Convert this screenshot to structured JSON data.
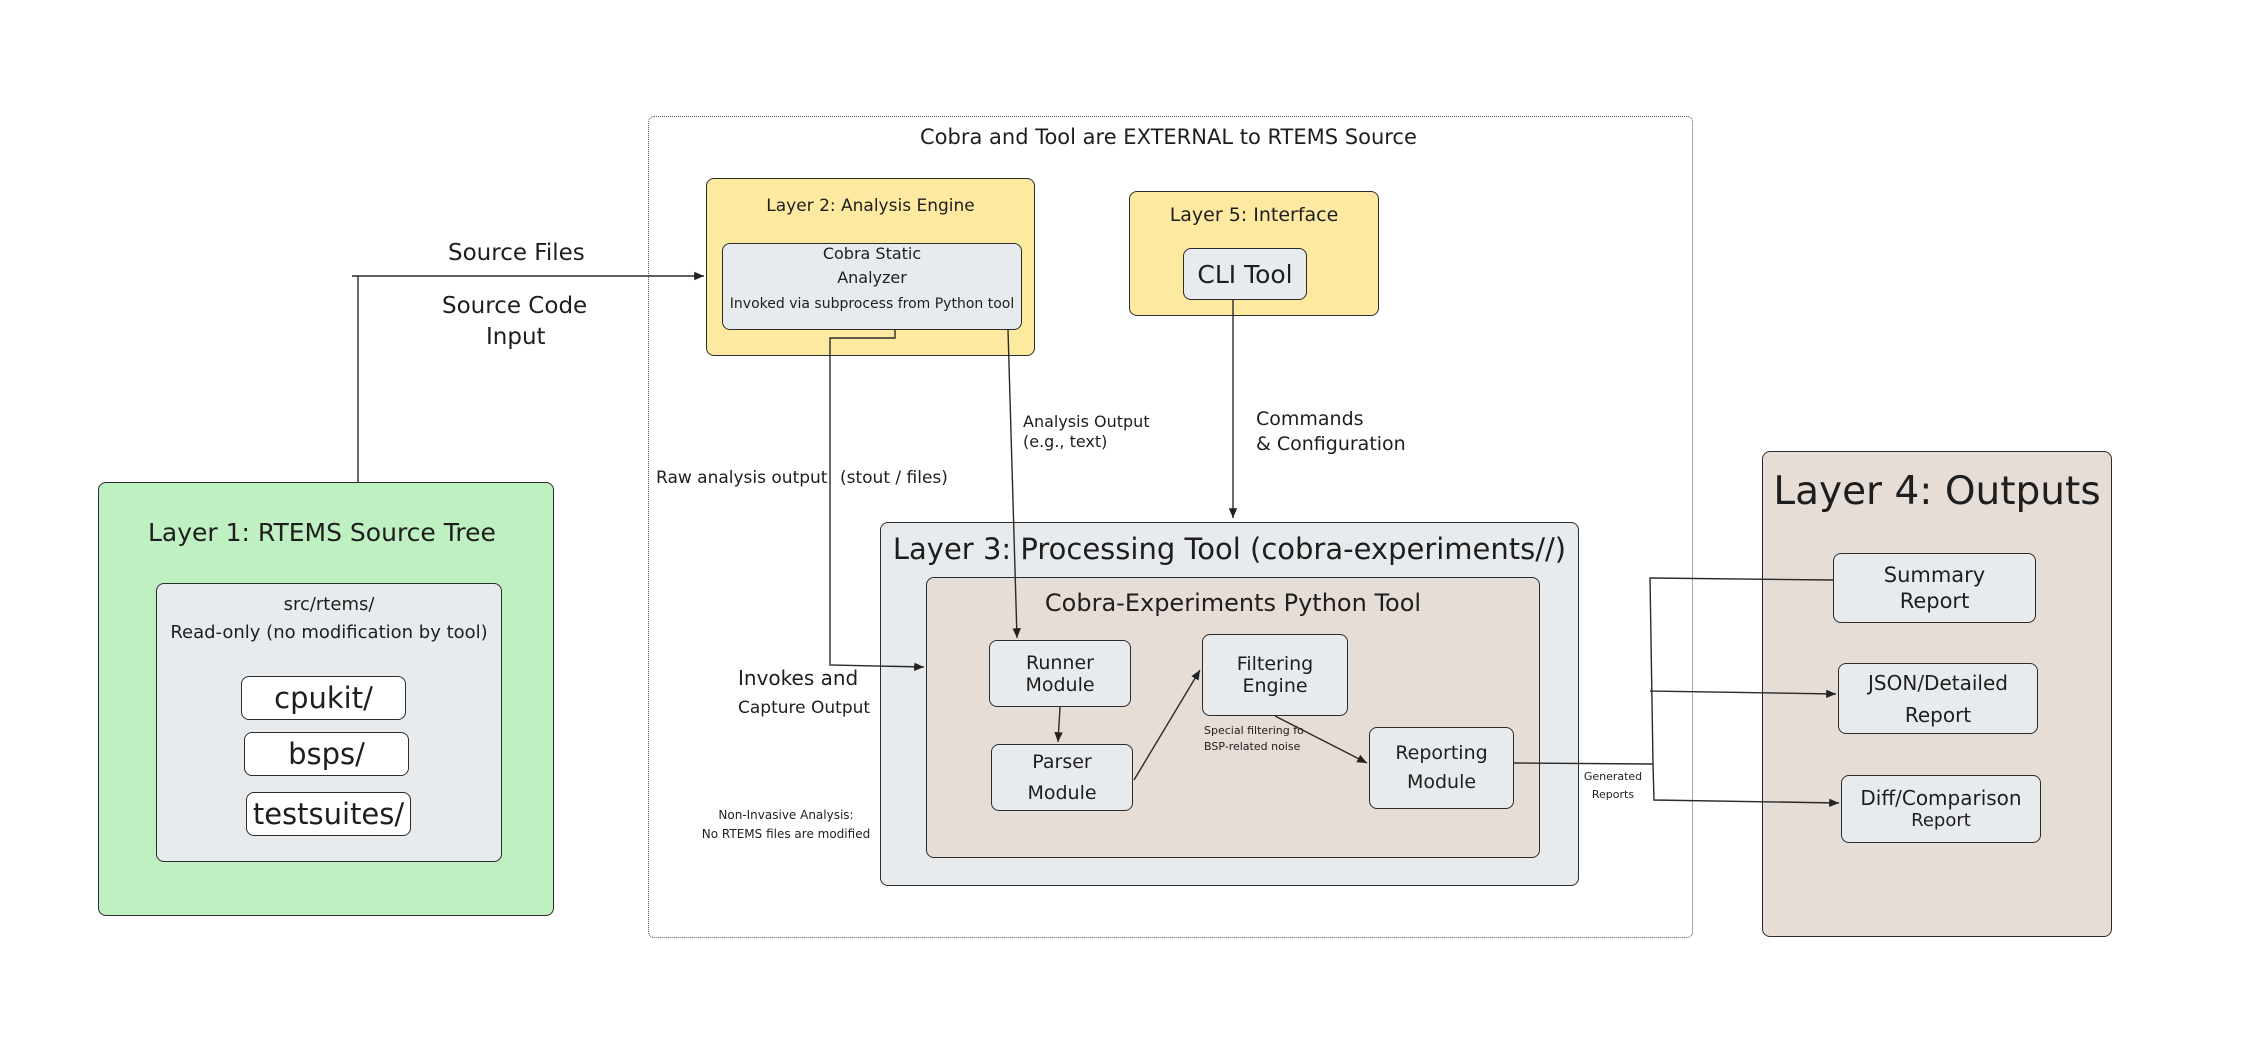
{
  "external_boundary": {
    "label": "Cobra and Tool are EXTERNAL to RTEMS Source"
  },
  "layer1": {
    "title": "Layer 1: RTEMS Source Tree",
    "panel_path": "src/rtems/",
    "panel_note": "Read-only (no modification by tool)",
    "folders": [
      "cpukit/",
      "bsps/",
      "testsuites/"
    ]
  },
  "layer2": {
    "title": "Layer 2: Analysis Engine",
    "analyzer_line1": "Cobra Static",
    "analyzer_line2": "Analyzer",
    "analyzer_note": "Invoked via subprocess from Python tool"
  },
  "layer5": {
    "title": "Layer 5: Interface",
    "cli": "CLI Tool"
  },
  "layer3": {
    "title": "Layer 3: Processing Tool (cobra-experiments//)",
    "inner_title": "Cobra-Experiments Python Tool",
    "modules": {
      "runner": [
        "Runner",
        "Module"
      ],
      "parser": [
        "Parser",
        "Module"
      ],
      "filtering": [
        "Filtering",
        "Engine"
      ],
      "reporting": [
        "Reporting",
        "Module"
      ]
    },
    "filter_note": [
      "Special filtering fo",
      "BSP-related noise"
    ]
  },
  "layer4": {
    "title": "Layer 4: Outputs",
    "reports": [
      [
        "Summary",
        "Report"
      ],
      [
        "JSON/Detailed",
        "Report"
      ],
      [
        "Diff/Comparison",
        "Report"
      ]
    ]
  },
  "edge_labels": {
    "source_files": "Source Files",
    "source_code_input": [
      "Source Code",
      "Input"
    ],
    "raw_output": "Raw analysis output",
    "stout_files": "(stout / files)",
    "analysis_output": [
      "Analysis Output",
      "(e.g., text)"
    ],
    "commands": [
      "Commands",
      "& Configuration"
    ],
    "invokes": "Invokes and",
    "capture": "Capture Output",
    "non_invasive": [
      "Non-Invasive Analysis:",
      "No RTEMS files are modified"
    ],
    "generated_reports": [
      "Generated",
      "Reports"
    ]
  }
}
